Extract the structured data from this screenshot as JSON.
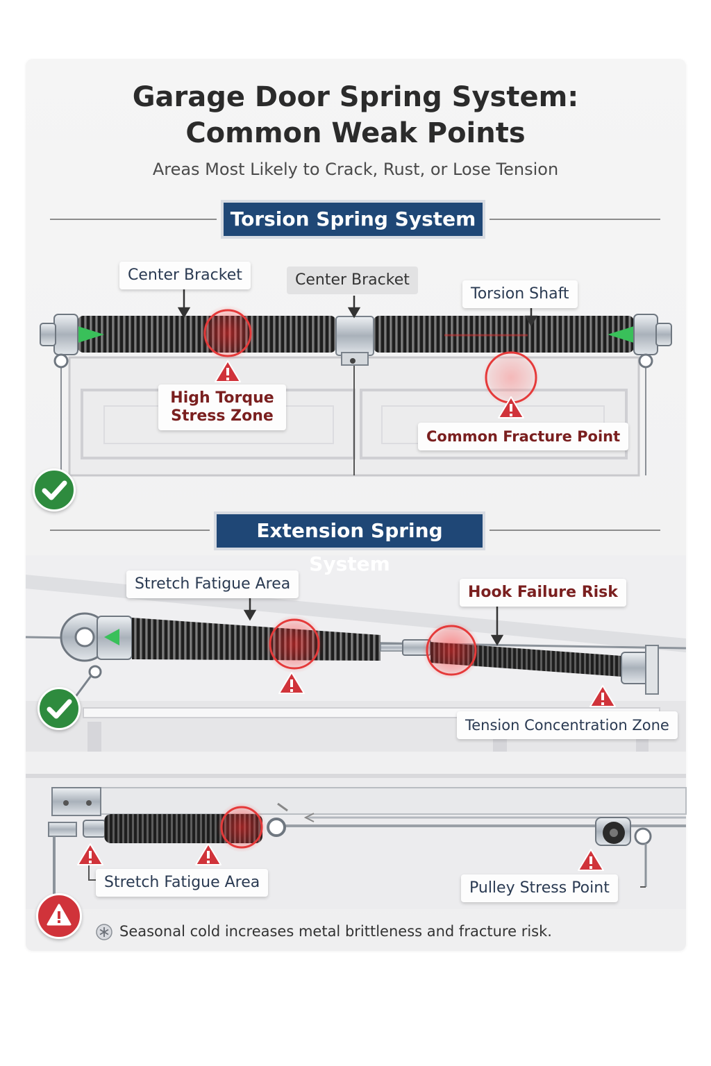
{
  "header": {
    "title_line1": "Garage Door Spring System:",
    "title_line2": "Common Weak Points",
    "subtitle": "Areas Most Likely to Crack, Rust, or Lose Tension"
  },
  "torsion": {
    "banner": "Torsion Spring System",
    "labels": {
      "center_bracket_left": "Center Bracket",
      "center_bracket_mid": "Center Bracket",
      "torsion_shaft": "Torsion Shaft",
      "high_torque_line1": "High Torque",
      "high_torque_line2": "Stress Zone",
      "common_fracture": "Common Fracture Point"
    }
  },
  "extension": {
    "banner": "Extension Spring System",
    "labels": {
      "stretch_fatigue": "Stretch Fatigue Area",
      "hook_failure": "Hook Failure Risk",
      "tension_concentration": "Tension Concentration Zone"
    }
  },
  "track": {
    "labels": {
      "stretch_fatigue": "Stretch Fatigue Area",
      "pulley_stress": "Pulley Stress Point"
    }
  },
  "footer": {
    "note": "Seasonal cold increases metal brittleness and fracture risk."
  },
  "colors": {
    "banner": "#1f4776",
    "warning": "#d0333a",
    "ok": "#2e8b3e",
    "spring": "#2a2a2a"
  }
}
